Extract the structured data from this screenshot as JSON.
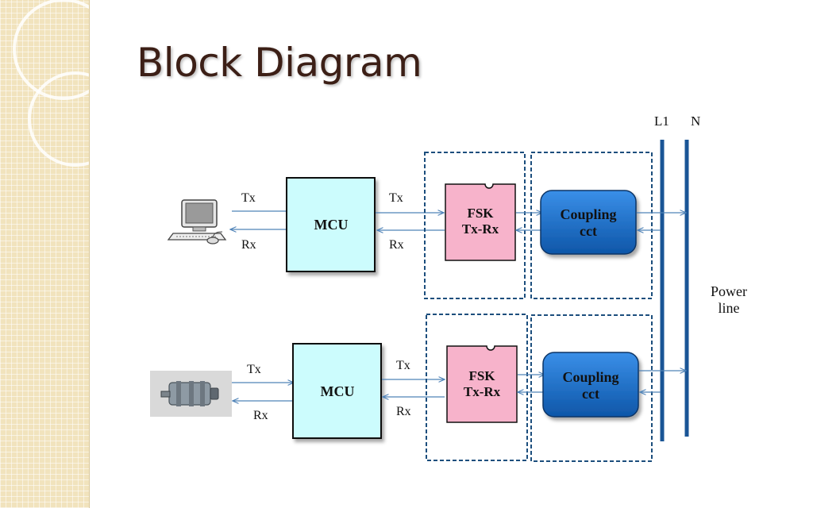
{
  "slide": {
    "title": "Block Diagram"
  },
  "rails": {
    "l1_label": "L1",
    "n_label": "N",
    "power_line_label": [
      "Power",
      "line"
    ]
  },
  "top_node": {
    "device_icon": "desktop-computer-icon",
    "tx_left": "Tx",
    "rx_left": "Rx",
    "mcu_label": "MCU",
    "tx_right": "Tx",
    "rx_right": "Rx",
    "fsk_label": [
      "FSK",
      "Tx-Rx"
    ],
    "coupling_label": [
      "Coupling",
      "cct"
    ]
  },
  "bottom_node": {
    "device_icon": "motor-photo-icon",
    "tx_left": "Tx",
    "rx_left": "Rx",
    "mcu_label": "MCU",
    "tx_right": "Tx",
    "rx_right": "Rx",
    "fsk_label": [
      "FSK",
      "Tx-Rx"
    ],
    "coupling_label": [
      "Coupling",
      "cct"
    ]
  },
  "colors": {
    "mcu_fill": "#ccfcfd",
    "fsk_fill": "#f7b3cb",
    "coupling_fill": "#1269c7",
    "rail": "#1a5596",
    "dashed_border": "#1c4e7d",
    "arrow": "#4f83b8",
    "title": "#3c1f16"
  }
}
